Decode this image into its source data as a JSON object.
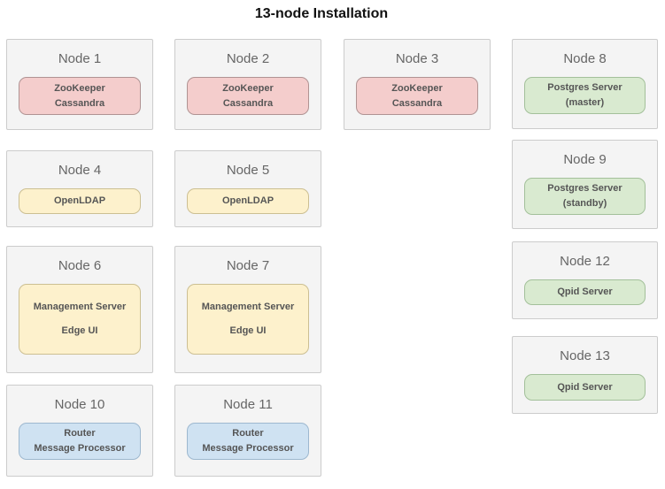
{
  "title": "13-node Installation",
  "palette": {
    "red": {
      "bg": "#f4cdcc",
      "border": "#b09393",
      "text": "#555555"
    },
    "yellow": {
      "bg": "#fdf1cc",
      "border": "#ccbf92",
      "text": "#555555"
    },
    "green": {
      "bg": "#d9ead0",
      "border": "#a3c09a",
      "text": "#555555"
    },
    "blue": {
      "bg": "#cfe2f2",
      "border": "#9db8cf",
      "text": "#555555"
    }
  },
  "nodes": [
    {
      "id": 1,
      "label": "Node 1",
      "services": [
        "ZooKeeper",
        "Cassandra"
      ],
      "color": "red"
    },
    {
      "id": 2,
      "label": "Node 2",
      "services": [
        "ZooKeeper",
        "Cassandra"
      ],
      "color": "red"
    },
    {
      "id": 3,
      "label": "Node 3",
      "services": [
        "ZooKeeper",
        "Cassandra"
      ],
      "color": "red"
    },
    {
      "id": 4,
      "label": "Node 4",
      "services": [
        "OpenLDAP"
      ],
      "color": "yellow"
    },
    {
      "id": 5,
      "label": "Node 5",
      "services": [
        "OpenLDAP"
      ],
      "color": "yellow"
    },
    {
      "id": 6,
      "label": "Node 6",
      "services": [
        "Management Server",
        "Edge UI"
      ],
      "color": "yellow"
    },
    {
      "id": 7,
      "label": "Node 7",
      "services": [
        "Management Server",
        "Edge UI"
      ],
      "color": "yellow"
    },
    {
      "id": 8,
      "label": "Node 8",
      "services": [
        "Postgres Server",
        "(master)"
      ],
      "color": "green"
    },
    {
      "id": 9,
      "label": "Node 9",
      "services": [
        "Postgres Server",
        "(standby)"
      ],
      "color": "green"
    },
    {
      "id": 10,
      "label": "Node 10",
      "services": [
        "Router",
        "Message Processor"
      ],
      "color": "blue"
    },
    {
      "id": 11,
      "label": "Node 11",
      "services": [
        "Router",
        "Message Processor"
      ],
      "color": "blue"
    },
    {
      "id": 12,
      "label": "Node 12",
      "services": [
        "Qpid Server"
      ],
      "color": "green"
    },
    {
      "id": 13,
      "label": "Node 13",
      "services": [
        "Qpid Server"
      ],
      "color": "green"
    }
  ]
}
